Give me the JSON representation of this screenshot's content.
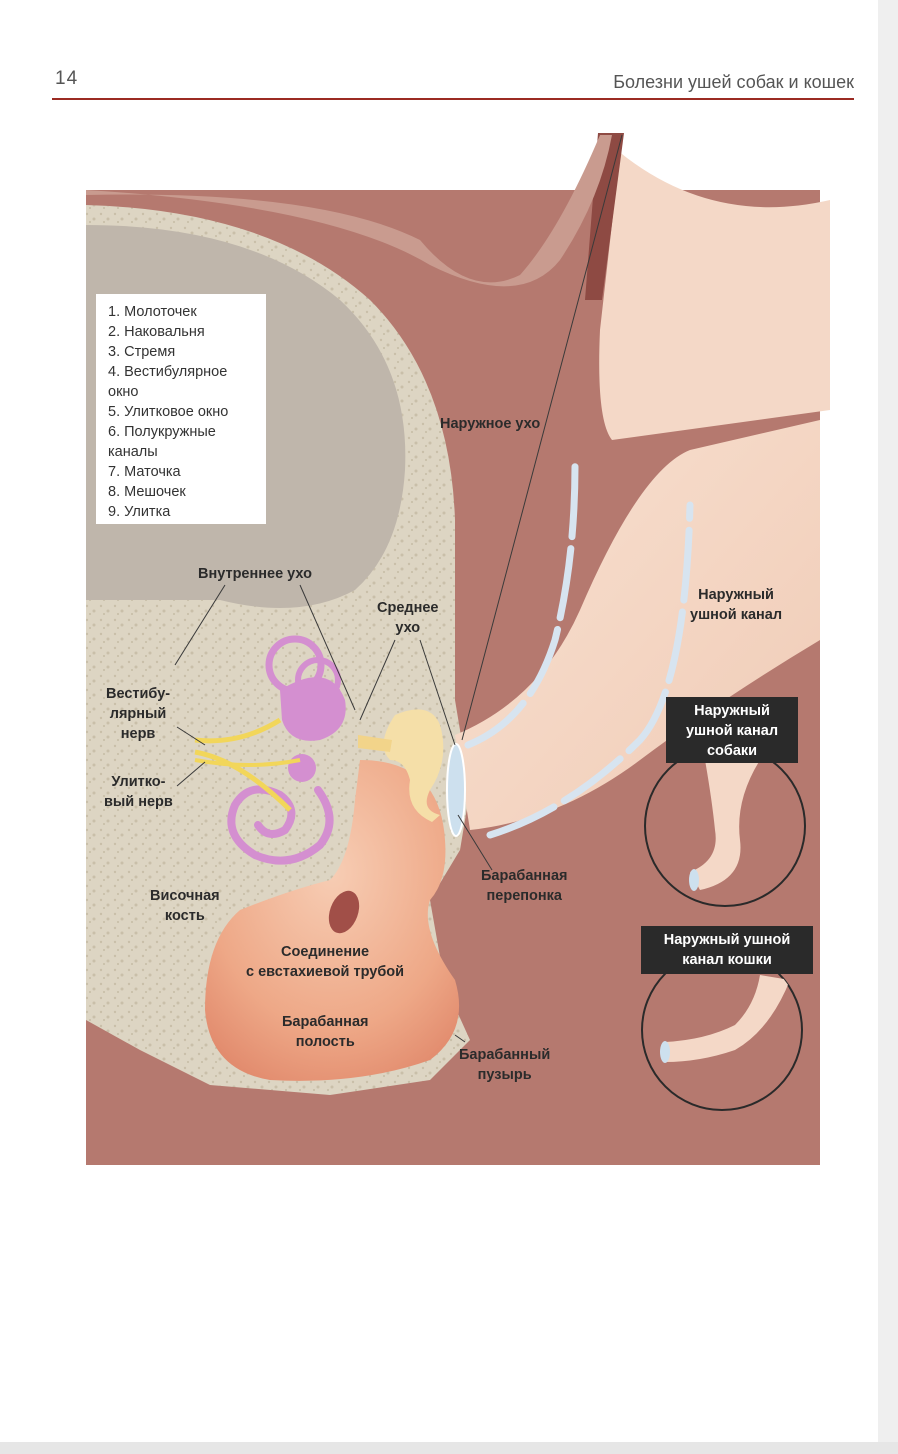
{
  "header": {
    "page_number": "14",
    "running_title": "Болезни ушей собак и кошек"
  },
  "legend": {
    "items": [
      "1. Молоточек",
      "2. Наковальня",
      "3. Стремя",
      "4. Вестибулярное\nокно",
      "5. Улитковое окно",
      "6. Полукружные\nканалы",
      "7. Маточка",
      "8. Мешочек",
      "9. Улитка"
    ]
  },
  "labels": {
    "outer_ear": "Наружное ухо",
    "inner_ear": "Внутреннее ухо",
    "middle_ear": "Среднее\nухо",
    "external_canal": "Наружный\nушной канал",
    "vestibular_nerve": "Вестибу-\nлярный\nнерв",
    "cochlear_nerve": "Улитко-\nвый нерв",
    "temporal_bone": "Височная\nкость",
    "eardrum": "Барабанная\nперепонка",
    "eustachian": "Соединение\nс евстахиевой трубой",
    "tympanic_cavity": "Барабанная\nполость",
    "tympanic_bulla": "Барабанный\nпузырь",
    "dog_canal": "Наружный\nушной канал\nсобаки",
    "cat_canal": "Наружный ушной\nканал кошки"
  },
  "colors": {
    "accent_rule": "#9b2b23",
    "tissue": "#b5796f",
    "bone": "#ddd5c3",
    "brain": "#bfb6ab",
    "canal": "#f6d9c6",
    "cavity": "#eea887",
    "labyrinth": "#d48fd0",
    "nerve": "#f2d65a",
    "label_box": "#2a2a2a"
  }
}
